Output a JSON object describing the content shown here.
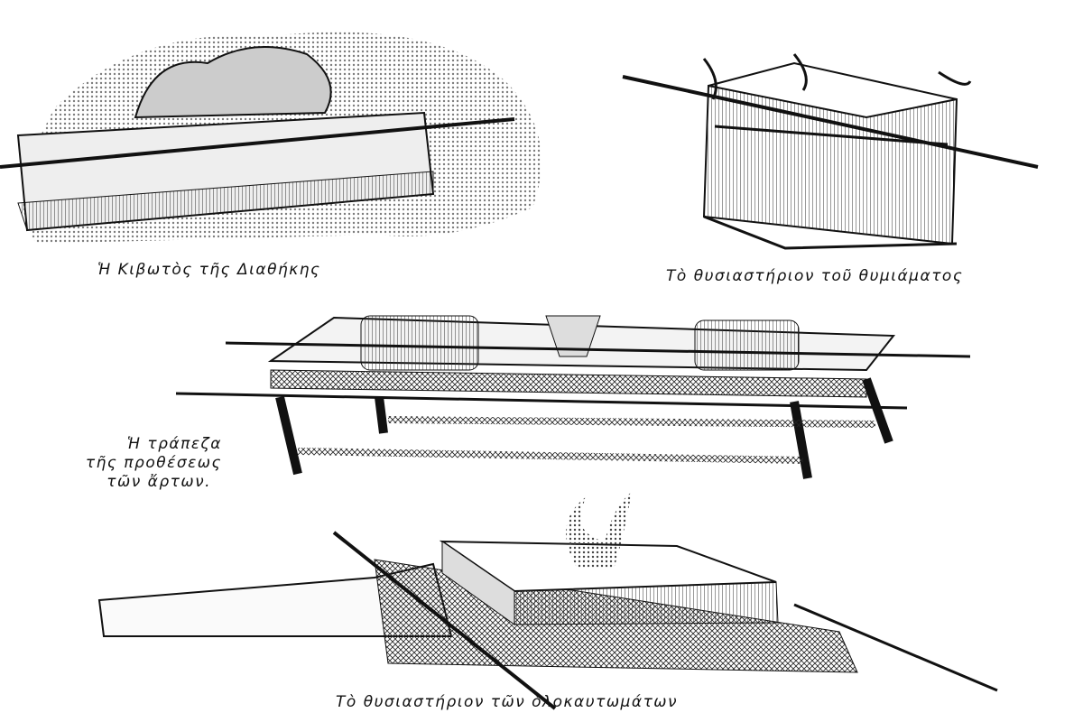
{
  "figures": [
    {
      "caption": "Ἡ Κιβωτὸς τῆς Διαθήκης"
    },
    {
      "caption": "Τὸ θυσιαστήριον τοῦ θυμιάματος"
    },
    {
      "caption_lines": [
        "Ἡ τράπεζα",
        "τῆς προθέσεως",
        "τῶν ἄρτων."
      ]
    },
    {
      "caption": "Τὸ θυσιαστήριον τῶν ὁλοκαυτωμάτων"
    }
  ]
}
